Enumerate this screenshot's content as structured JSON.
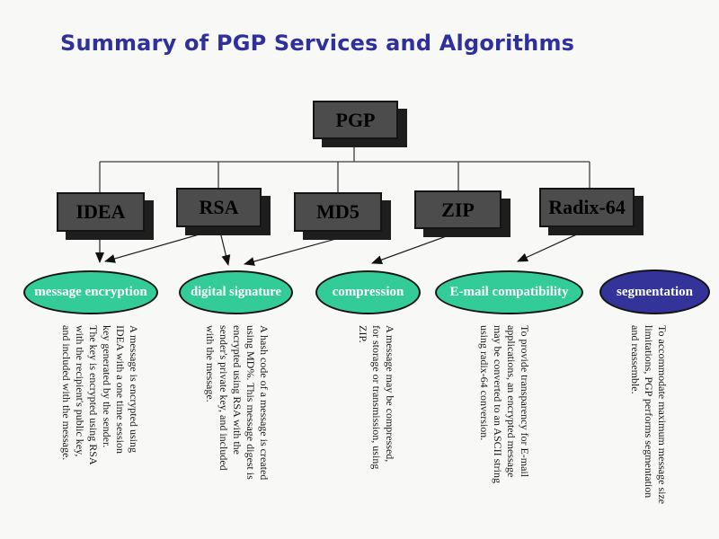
{
  "title": "Summary of PGP Services and Algorithms",
  "colors": {
    "background": "#f8f8f6",
    "title": "#2f2f9d",
    "box_fill": "#4c4c4c",
    "box_shadow": "#1e1e1e",
    "service_green": "#33cc99",
    "service_blue": "#333399",
    "line": "#3d3d3d"
  },
  "root": {
    "label": "PGP"
  },
  "algorithms": [
    {
      "label": "IDEA"
    },
    {
      "label": "RSA"
    },
    {
      "label": "MD5"
    },
    {
      "label": "ZIP"
    },
    {
      "label": "Radix-64"
    }
  ],
  "services": [
    {
      "label": "message encryption",
      "color": "#33cc99",
      "description": "A message is encrypted using\nIDEA with a one time session\nkey generated by the sender.\nThe key is encrypted using RSA\nwith the recipient's public key,\nand included with the message."
    },
    {
      "label": "digital signature",
      "color": "#33cc99",
      "description": "A hash code of a message is created\nusing MD%. This message digest is\nencrypted using RSA with the\nsender's private key, and included\nwith the message."
    },
    {
      "label": "compression",
      "color": "#33cc99",
      "description": "A message may be compressed,\nfor storage or transmission, using\nZIP."
    },
    {
      "label": "E-mail compatibility",
      "color": "#33cc99",
      "description": "To provide transparency for E-mail\napplications, an encrypted message\nmay be converted to an ASCII string\nusing radix-64 conversion."
    },
    {
      "label": "segmentation",
      "color": "#333399",
      "description": "To accommodate maximum message size\nlimitations, PGP performs segmentation\nand reassemble."
    }
  ],
  "edges": [
    "PGP-IDEA",
    "PGP-RSA",
    "PGP-MD5",
    "PGP-ZIP",
    "PGP-Radix-64",
    "IDEA-message encryption",
    "RSA-message encryption",
    "RSA-digital signature",
    "MD5-digital signature",
    "ZIP-compression",
    "Radix-64-E-mail compatibility"
  ]
}
